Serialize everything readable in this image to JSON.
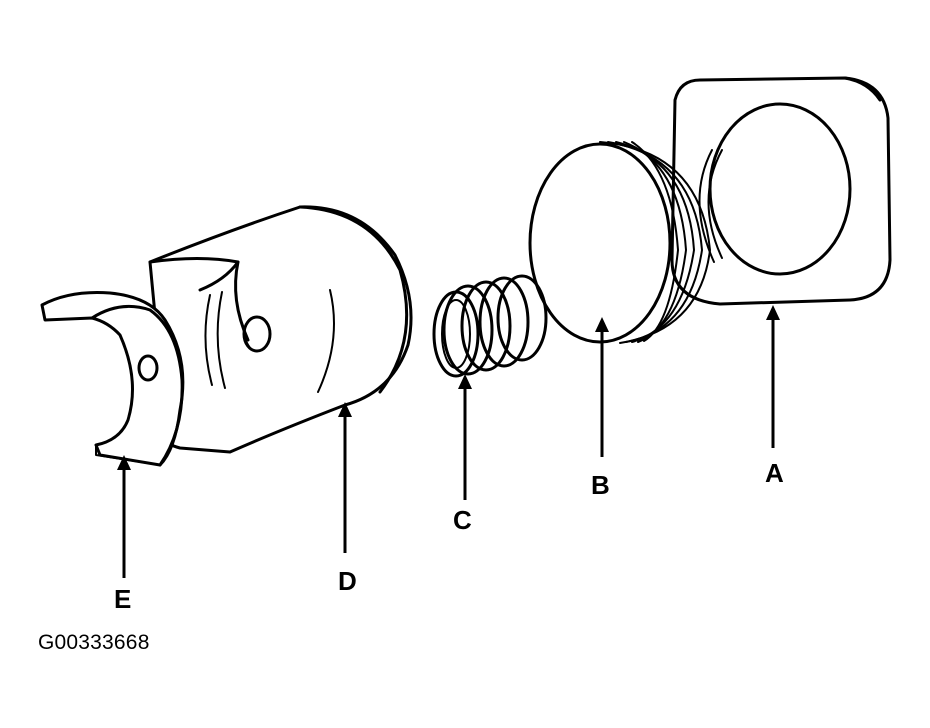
{
  "figure_id": "G00333668",
  "parts": [
    {
      "letter": "A"
    },
    {
      "letter": "B"
    },
    {
      "letter": "C"
    },
    {
      "letter": "D"
    },
    {
      "letter": "E"
    }
  ]
}
